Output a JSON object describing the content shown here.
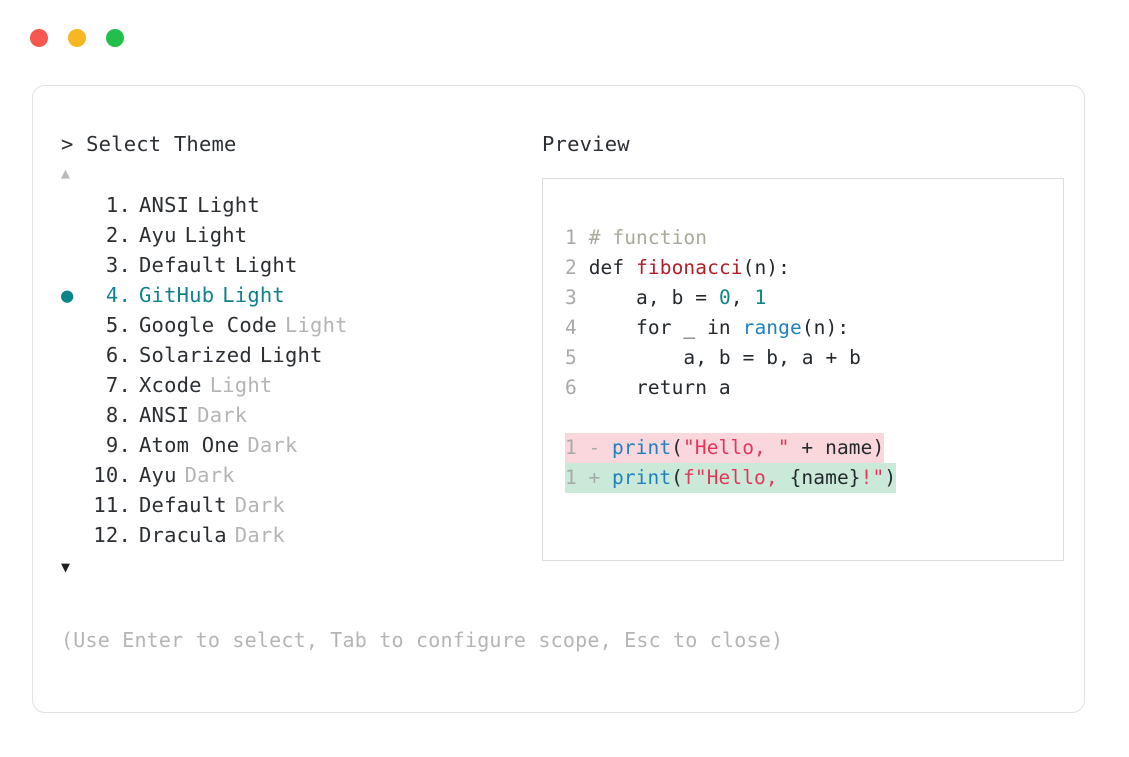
{
  "window": {
    "dots": [
      {
        "name": "close",
        "color": "#f8574f"
      },
      {
        "name": "minimize",
        "color": "#f7b723"
      },
      {
        "name": "zoom",
        "color": "#22c04a"
      }
    ]
  },
  "left": {
    "prompt": "> Select Theme",
    "scroll_up_icon": "▲",
    "scroll_down_icon": "▼",
    "bullet_icon": "●",
    "selected_index": 4,
    "accent_color": "#0f8488",
    "muted_color": "#b4b5b7",
    "items": [
      {
        "num": "1.",
        "name": "ANSI",
        "variant": "Light",
        "variant_muted": false,
        "selected": false
      },
      {
        "num": "2.",
        "name": "Ayu",
        "variant": "Light",
        "variant_muted": false,
        "selected": false
      },
      {
        "num": "3.",
        "name": "Default",
        "variant": "Light",
        "variant_muted": false,
        "selected": false
      },
      {
        "num": "4.",
        "name": "GitHub",
        "variant": "Light",
        "variant_muted": false,
        "selected": true
      },
      {
        "num": "5.",
        "name": "Google Code",
        "variant": "Light",
        "variant_muted": true,
        "selected": false
      },
      {
        "num": "6.",
        "name": "Solarized",
        "variant": "Light",
        "variant_muted": false,
        "selected": false
      },
      {
        "num": "7.",
        "name": "Xcode",
        "variant": "Light",
        "variant_muted": true,
        "selected": false
      },
      {
        "num": "8.",
        "name": "ANSI",
        "variant": "Dark",
        "variant_muted": true,
        "selected": false
      },
      {
        "num": "9.",
        "name": "Atom One",
        "variant": "Dark",
        "variant_muted": true,
        "selected": false
      },
      {
        "num": "10.",
        "name": "Ayu",
        "variant": "Dark",
        "variant_muted": true,
        "selected": false
      },
      {
        "num": "11.",
        "name": "Default",
        "variant": "Dark",
        "variant_muted": true,
        "selected": false
      },
      {
        "num": "12.",
        "name": "Dracula",
        "variant": "Dark",
        "variant_muted": true,
        "selected": false
      }
    ],
    "hint": "(Use Enter to select, Tab to configure scope, Esc to close)"
  },
  "right": {
    "label": "Preview",
    "code_lines": [
      {
        "ln": "1",
        "tokens": [
          {
            "t": "# function",
            "c": "comment"
          }
        ]
      },
      {
        "ln": "2",
        "tokens": [
          {
            "t": "def ",
            "c": "plain"
          },
          {
            "t": "fibonacci",
            "c": "func"
          },
          {
            "t": "(n):",
            "c": "plain"
          }
        ]
      },
      {
        "ln": "3",
        "tokens": [
          {
            "t": "    a, b = ",
            "c": "plain"
          },
          {
            "t": "0",
            "c": "num"
          },
          {
            "t": ", ",
            "c": "plain"
          },
          {
            "t": "1",
            "c": "num"
          }
        ]
      },
      {
        "ln": "4",
        "tokens": [
          {
            "t": "    for _ in ",
            "c": "plain"
          },
          {
            "t": "range",
            "c": "builtin"
          },
          {
            "t": "(n):",
            "c": "plain"
          }
        ]
      },
      {
        "ln": "5",
        "tokens": [
          {
            "t": "        a, b = b, a + b",
            "c": "plain"
          }
        ]
      },
      {
        "ln": "6",
        "tokens": [
          {
            "t": "    return a",
            "c": "plain"
          }
        ]
      }
    ],
    "diff_lines": [
      {
        "ln": "1",
        "marker": "-",
        "kind": "del",
        "bg": "#fad7dc",
        "tokens": [
          {
            "t": "print",
            "c": "builtin"
          },
          {
            "t": "(",
            "c": "plain"
          },
          {
            "t": "\"Hello, \"",
            "c": "str"
          },
          {
            "t": " + name)",
            "c": "plain"
          }
        ]
      },
      {
        "ln": "1",
        "marker": "+",
        "kind": "add",
        "bg": "#cbe9d8",
        "tokens": [
          {
            "t": "print",
            "c": "builtin"
          },
          {
            "t": "(",
            "c": "plain"
          },
          {
            "t": "f\"Hello, ",
            "c": "str"
          },
          {
            "t": "{name}",
            "c": "plain"
          },
          {
            "t": "!\"",
            "c": "str"
          },
          {
            "t": ")",
            "c": "plain"
          }
        ]
      }
    ]
  }
}
